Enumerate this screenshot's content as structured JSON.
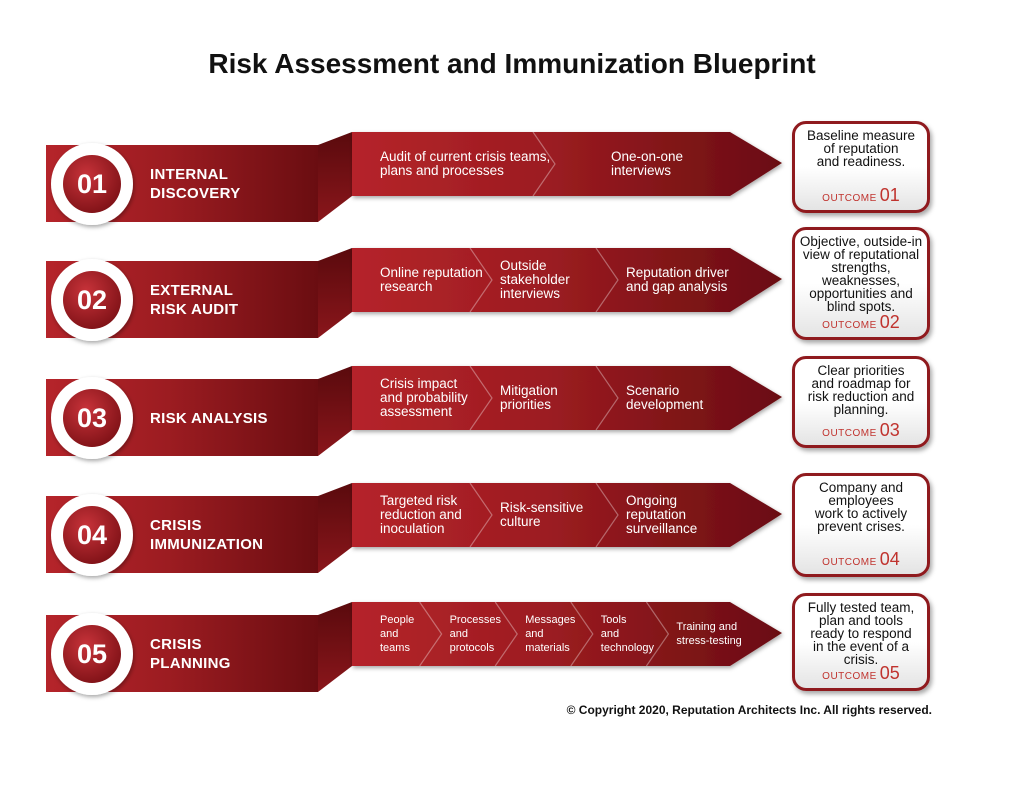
{
  "title": "Risk Assessment and Immunization Blueprint",
  "copyright": "© Copyright  2020, Reputation Architects Inc. All rights reserved.",
  "colors": {
    "accent": "#a31d22",
    "dark": "#6b0f12",
    "outcome_border": "#8f1a1e",
    "outcome_text": "#c0332e"
  },
  "rows": [
    {
      "number": "01",
      "label": "INTERNAL\nDISCOVERY",
      "steps": [
        "Audit of current crisis teams,\nplans and processes",
        "One-on-one\ninterviews"
      ],
      "outcome": {
        "text": "Baseline measure\nof reputation\nand readiness.",
        "word": "OUTCOME",
        "number": "01"
      }
    },
    {
      "number": "02",
      "label": "EXTERNAL\nRISK AUDIT",
      "steps": [
        "Online reputation\nresearch",
        "Outside\nstakeholder\ninterviews",
        "Reputation driver\nand gap analysis"
      ],
      "outcome": {
        "text": "Objective, outside-in\nview of reputational\nstrengths, weaknesses,\nopportunities and\nblind spots.",
        "word": "OUTCOME",
        "number": "02"
      }
    },
    {
      "number": "03",
      "label": "RISK ANALYSIS",
      "steps": [
        "Crisis impact\nand probability\nassessment",
        "Mitigation\npriorities",
        "Scenario\ndevelopment"
      ],
      "outcome": {
        "text": "Clear priorities\nand roadmap for\nrisk reduction and\nplanning.",
        "word": "OUTCOME",
        "number": "03"
      }
    },
    {
      "number": "04",
      "label": "CRISIS\nIMMUNIZATION",
      "steps": [
        "Targeted risk\nreduction and\ninoculation",
        "Risk-sensitive\nculture",
        "Ongoing\nreputation\nsurveillance"
      ],
      "outcome": {
        "text": "Company and\nemployees\nwork to actively\nprevent crises.",
        "word": "OUTCOME",
        "number": "04"
      }
    },
    {
      "number": "05",
      "label": "CRISIS\nPLANNING",
      "steps": [
        "People\nand\nteams",
        "Processes\nand\nprotocols",
        "Messages\nand\nmaterials",
        "Tools\nand\ntechnology",
        "Training and\nstress-testing"
      ],
      "outcome": {
        "text": "Fully tested team,\nplan and tools\nready to respond\nin the event of a crisis.",
        "word": "OUTCOME",
        "number": "05"
      }
    }
  ]
}
